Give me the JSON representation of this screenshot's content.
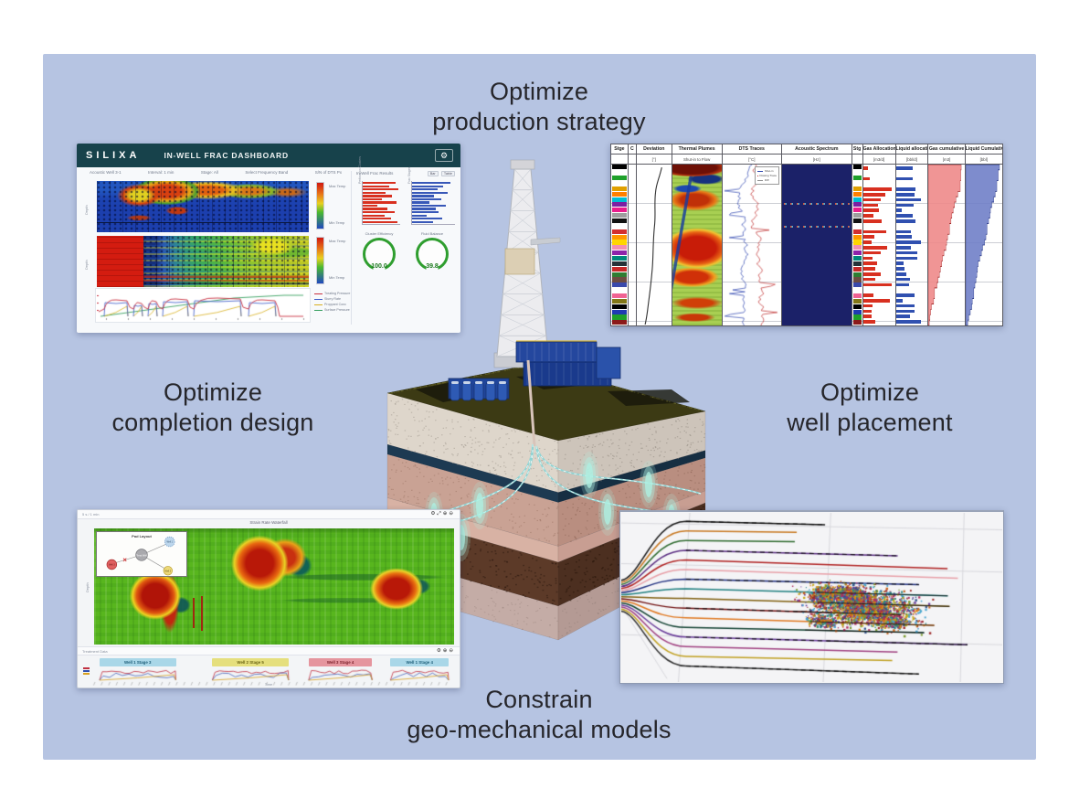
{
  "page": {
    "bg": "#ffffff",
    "panel_bg": "#b6c4e2"
  },
  "captions": {
    "top": {
      "line1": "Optimize",
      "line2": "production strategy"
    },
    "left": {
      "line1": "Optimize",
      "line2": "completion design"
    },
    "right": {
      "line1": "Optimize",
      "line2": "well placement"
    },
    "bottom": {
      "line1": "Constrain",
      "line2": "geo-mechanical models"
    }
  },
  "frac_dashboard": {
    "brand": "SILIXA",
    "title": "IN-WELL FRAC DASHBOARD",
    "toolbar_labels": [
      "Acoustic Well 3-1",
      "Interval: 1 min",
      "Stage: All",
      "Select Frequency Band",
      "S/N of DTS Px"
    ],
    "heatmap1_ylabel": "Depth",
    "heatmap2_ylabel": "Depth",
    "colorbar_labels": [
      "Max Temp",
      "Min Temp"
    ],
    "results_header": "In-Well Frac Results",
    "results_buttons": [
      "Bar",
      "Table"
    ],
    "bars_red_label": "Perforation Clusters",
    "bars_blue_label": "Frac Stages",
    "bars_red": [
      88,
      70,
      95,
      60,
      78,
      52,
      90,
      40,
      65,
      85,
      58,
      75,
      92
    ],
    "bars_blue": [
      90,
      72,
      60,
      82,
      50,
      68,
      40,
      78,
      55,
      62,
      35,
      70,
      48
    ],
    "gauges": [
      {
        "label": "Cluster Efficiency",
        "value": "100.0"
      },
      {
        "label": "Fluid Balance",
        "value": "39.8"
      }
    ],
    "legend": [
      "Treating Pressure",
      "Slurry Rate",
      "Proppant Conc",
      "Surface Pressure"
    ]
  },
  "well_log": {
    "columns": [
      {
        "label": "Stge",
        "unit": ""
      },
      {
        "label": "C",
        "unit": ""
      },
      {
        "label": "Deviation",
        "unit": "[°]"
      },
      {
        "label": "Thermal Plumes",
        "unit": "Shut-in to Flow"
      },
      {
        "label": "DTS Traces",
        "unit": "[°C]"
      },
      {
        "label": "Acoustic Spectrum",
        "unit": "[Hz]"
      },
      {
        "label": "Stg",
        "unit": ""
      },
      {
        "label": "Gas Allocation",
        "unit": "[m3/d]"
      },
      {
        "label": "Liquid allocation",
        "unit": "[bbl/d]"
      },
      {
        "label": "Gas cumulative",
        "unit": "[m3]"
      },
      {
        "label": "Liquid Cumulative",
        "unit": "[bbl]"
      }
    ],
    "dts_legend": [
      "Shut-in",
      "Flowing Trace",
      "Diff"
    ]
  },
  "waterfall": {
    "toolbar_left": "5 s / 1 min",
    "toolbar2_left": "Treatment Data",
    "title": "Strain Rate Waterfall",
    "ylabel": "Depth",
    "xlabel": "Time",
    "inset": {
      "title": "Pad Layout",
      "center": "Treat Well",
      "nodes": [
        "Well 1",
        "Well 3",
        "Well 2"
      ]
    },
    "stage_bands": [
      {
        "label": "Well 1 Stage 3",
        "color": "#a9d7e8",
        "text": "#1f5f7a"
      },
      {
        "label": "Well 2 Stage 5",
        "color": "#e5df7d",
        "text": "#6b6414"
      },
      {
        "label": "Well 3 Stage 4",
        "color": "#e5959e",
        "text": "#7a1f2a"
      },
      {
        "label": "Well 1 Stage 4",
        "color": "#a9d7e8",
        "text": "#1f5f7a"
      }
    ]
  },
  "render": {
    "log_widths": [
      4.4,
      2.1,
      9.1,
      12.8,
      15.3,
      17.9,
      2.8,
      8.4,
      8.4,
      9.4,
      9.4
    ],
    "stage_palette": [
      "#000000",
      "#1f3bb3",
      "#1fa02a",
      "#8b1a1a",
      "#e0a000",
      "#ff7f00",
      "#00bcd4",
      "#7b1fa2",
      "#e91e8c",
      "#9e9e9e",
      "#111111",
      "#64b5f6",
      "#d32f2f",
      "#ff9800",
      "#ffd600",
      "#f48fb1",
      "#8e24aa",
      "#00897b",
      "#263238",
      "#c62828",
      "#2e7d32",
      "#6d4c41",
      "#3949ab",
      "#00acc1",
      "#f06292",
      "#827717"
    ],
    "band_pos": [
      [
        2.5,
        21
      ],
      [
        33.5,
        21
      ],
      [
        60,
        17.5
      ],
      [
        82.5,
        16
      ]
    ],
    "dashboard_line_colors": [
      "#c83040",
      "#3858c8",
      "#d8b020",
      "#38a060"
    ],
    "strip_line_colors": [
      "#c03040",
      "#3050b0",
      "#d8a020"
    ],
    "dts_colors": [
      "#3048b0",
      "#c03030",
      "#909090"
    ],
    "gas_color": "#d83020",
    "liquid_color": "#3050b0",
    "gas_cum_fill": "#ee8a8a",
    "gas_cum_edge": "#992020",
    "liquid_cum_fill": "#7080c8",
    "liquid_cum_edge": "#203080",
    "seismic": {
      "bg": "#f4f4f6",
      "grid": "#d8d8dd",
      "trajectory_colors": [
        "#151515",
        "#c87820",
        "#2d6a2d",
        "#5a2d82",
        "#b02020",
        "#e8a0a8",
        "#203080",
        "#208080",
        "#806010",
        "#701010",
        "#e07820",
        "#104030",
        "#6a3d9a",
        "#a04080",
        "#c0a020",
        "#303030"
      ],
      "event_colors": [
        "#e08214",
        "#46a5d0",
        "#9e2a2a",
        "#6a3d9a",
        "#7a9a2e",
        "#2a8a8a",
        "#c8641e",
        "#30508c",
        "#b03060",
        "#c8a818"
      ],
      "event_count": 3600
    }
  }
}
